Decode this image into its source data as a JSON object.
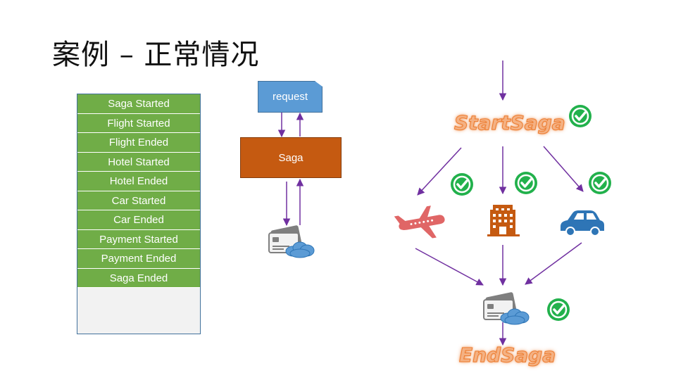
{
  "slide": {
    "title": "案例 – 正常情况"
  },
  "event_log": {
    "rows": [
      "Saga Started",
      "Flight Started",
      "Flight Ended",
      "Hotel Started",
      "Hotel Ended",
      "Car Started",
      "Car Ended",
      "Payment Started",
      "Payment Ended",
      "Saga Ended"
    ]
  },
  "middle": {
    "request_label": "request",
    "saga_label": "Saga",
    "payment_icon": "credit-card-cloud-icon"
  },
  "flow": {
    "start_label": "StartSaga",
    "end_label": "EndSaga",
    "service_icons": [
      "airplane-icon",
      "hotel-building-icon",
      "car-icon"
    ],
    "payment_icon": "credit-card-cloud-icon",
    "check_icon": "check-circle-icon"
  },
  "colors": {
    "log_row": "#70ad47",
    "request_box": "#5b9bd5",
    "saga_box": "#c55a11",
    "arrow": "#7030a0",
    "check": "#22b14c",
    "wordart": "#ed7d31",
    "airplane": "#e06666",
    "building": "#c55a11",
    "car": "#2e75b6"
  }
}
